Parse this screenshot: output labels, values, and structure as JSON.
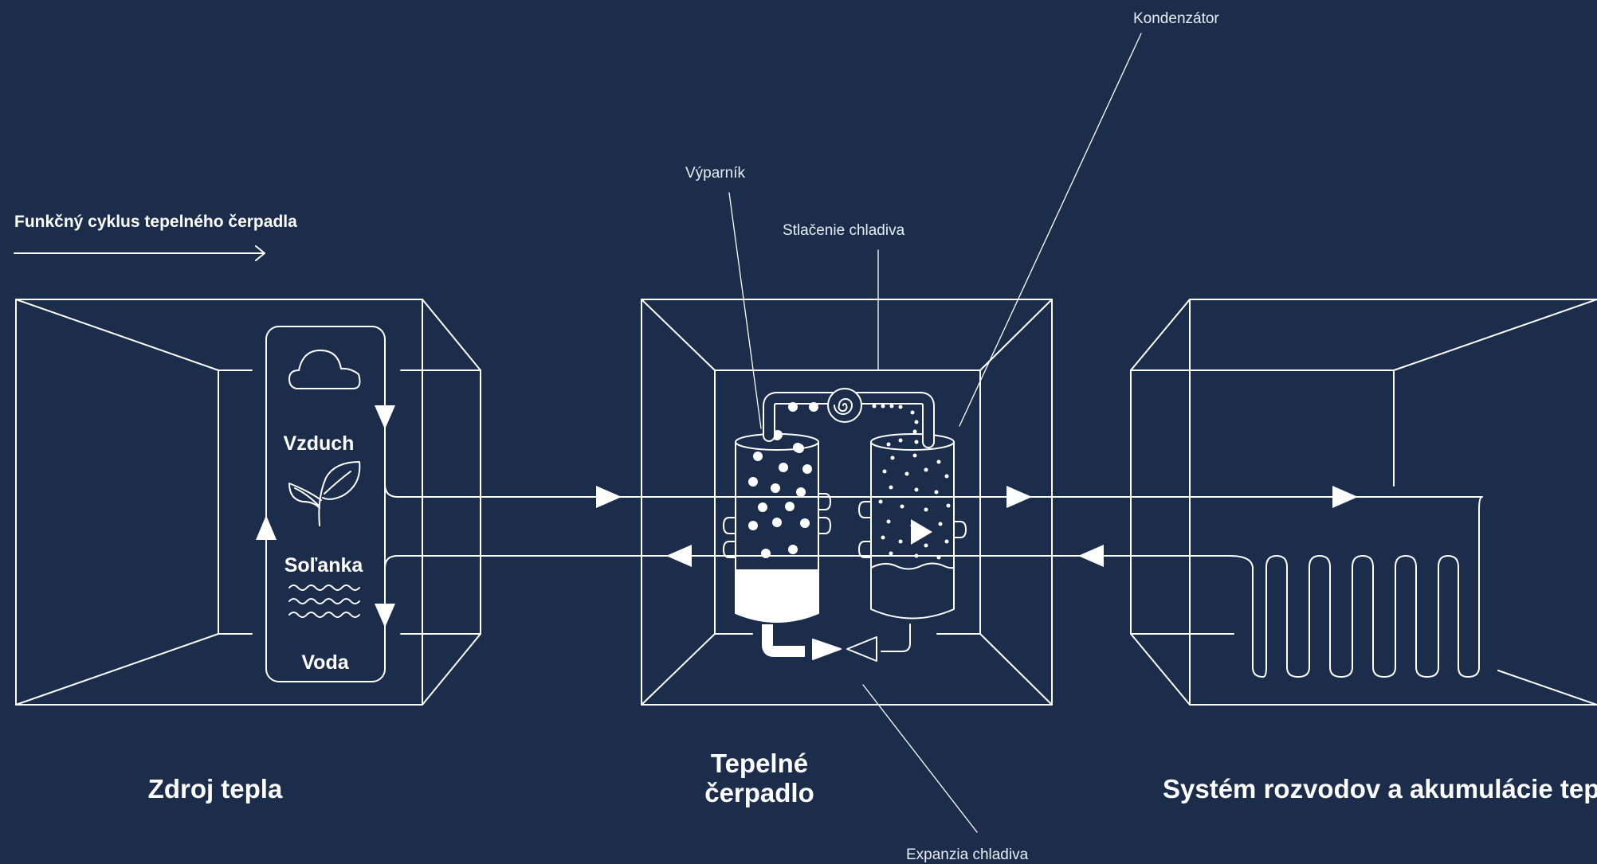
{
  "header": {
    "cycle_title": "Funkčný cyklus tepelného čerpadla"
  },
  "source": {
    "title": "Zdroj tepla",
    "items": [
      "Vzduch",
      "Soľanka",
      "Voda"
    ]
  },
  "pump": {
    "title_line1": "Tepelné",
    "title_line2": "čerpadlo"
  },
  "distribution": {
    "title": "Systém rozvodov a akumulácie tepla"
  },
  "callouts": {
    "evaporator": "Výparník",
    "compression": "Stlačenie chladiva",
    "condenser": "Kondenzátor",
    "expansion": "Expanzia chladiva"
  },
  "colors": {
    "background": "#1b2d4b",
    "line": "#ffffff"
  },
  "icons": [
    "arrow-right-icon",
    "cloud-icon",
    "leaf-icon",
    "waves-icon",
    "flow-arrow-icon",
    "compressor-icon",
    "evaporator-tank-icon",
    "condenser-tank-icon",
    "expansion-valve-icon",
    "heating-coil-icon"
  ]
}
